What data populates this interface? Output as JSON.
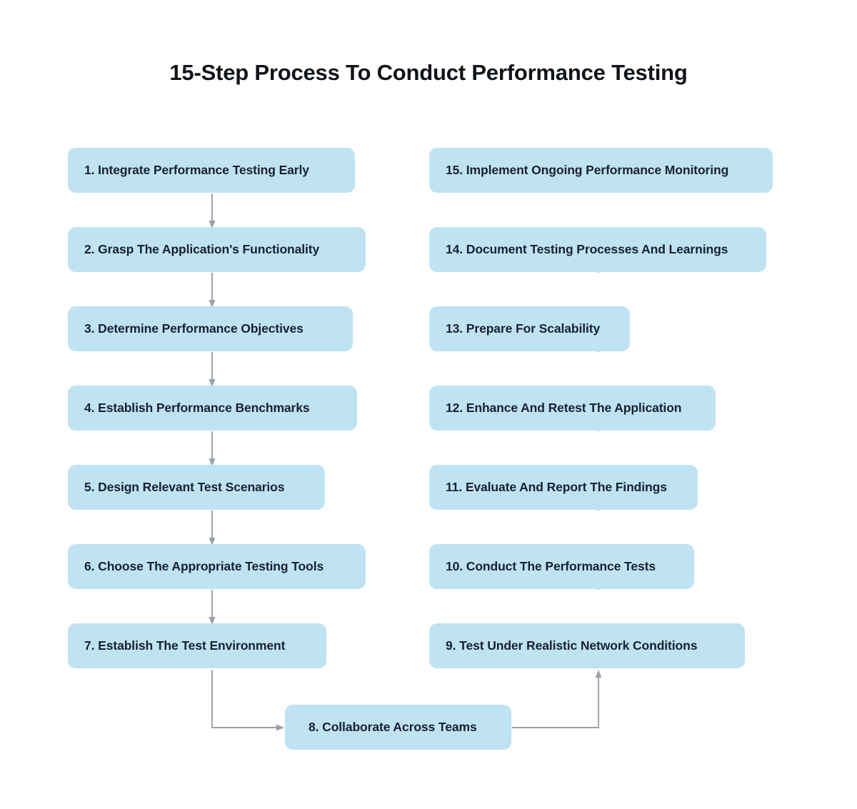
{
  "title": "15-Step Process To Conduct Performance Testing",
  "accent_color": "#bfe3f2",
  "text_color": "#18212e",
  "connector_color": "#9aa0a6",
  "background_color": "#ffffff",
  "left_column": [
    {
      "label": "1. Integrate Performance Testing Early"
    },
    {
      "label": "2. Grasp The Application's Functionality"
    },
    {
      "label": "3.  Determine Performance Objectives"
    },
    {
      "label": "4.  Establish Performance Benchmarks"
    },
    {
      "label": "5. Design Relevant Test Scenarios"
    },
    {
      "label": "6. Choose The Appropriate Testing Tools"
    },
    {
      "label": "7. Establish The Test Environment"
    }
  ],
  "bridge": {
    "label": "8. Collaborate Across Teams"
  },
  "right_column": [
    {
      "label": "15.  Implement Ongoing Performance Monitoring"
    },
    {
      "label": "14.  Document Testing Processes And Learnings"
    },
    {
      "label": "13. Prepare For Scalability"
    },
    {
      "label": "12. Enhance And Retest The Application"
    },
    {
      "label": "11. Evaluate And Report The Findings"
    },
    {
      "label": "10. Conduct The Performance Tests"
    },
    {
      "label": "9. Test Under Realistic Network Conditions"
    }
  ]
}
